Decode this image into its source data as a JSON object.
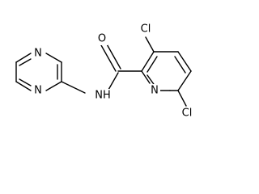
{
  "atoms": {
    "o_label": "O",
    "nh_label": "NH",
    "cl_top_label": "Cl",
    "cl_bottom_label": "Cl",
    "n_pyridine_label": "N",
    "n_pyrimidine_top_label": "N",
    "n_pyrimidine_bottom_label": "N"
  }
}
